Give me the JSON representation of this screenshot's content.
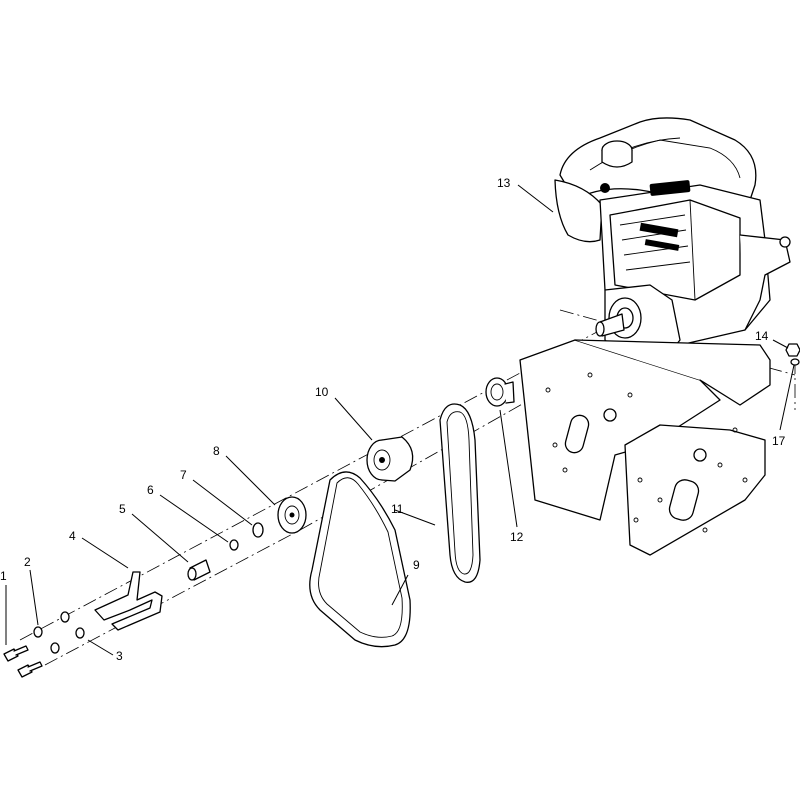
{
  "callouts": {
    "c1": "1",
    "c2": "2",
    "c3": "3",
    "c4": "4",
    "c5": "5",
    "c6": "6",
    "c7": "7",
    "c8": "8",
    "c9": "9",
    "c10": "10",
    "c11": "11",
    "c12": "12",
    "c13": "13",
    "c14": "14",
    "c17": "17"
  }
}
